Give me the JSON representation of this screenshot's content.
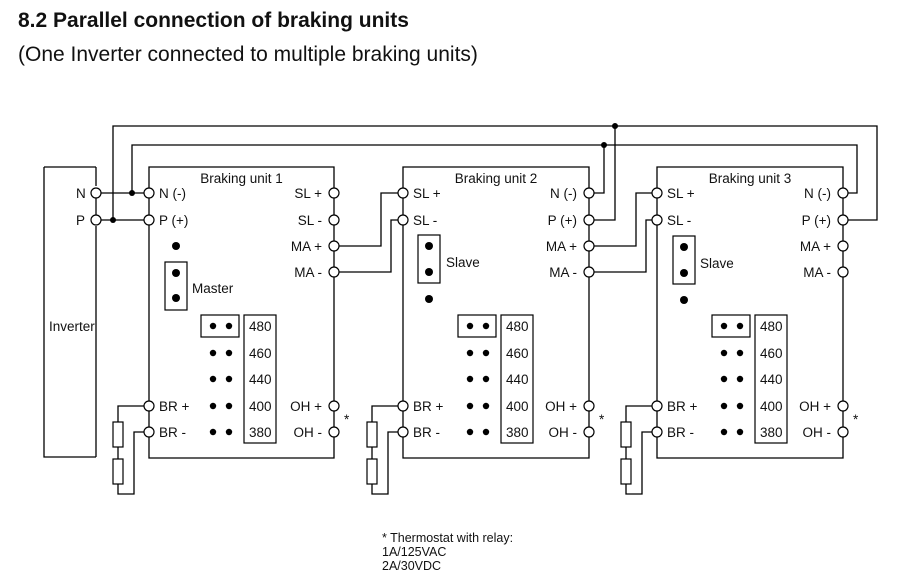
{
  "document": {
    "title": "8.2 Parallel connection of braking units",
    "subtitle": "(One Inverter connected to multiple braking units)"
  },
  "inverter": {
    "label": "Inverter",
    "terminals": [
      "N",
      "P"
    ]
  },
  "units": [
    {
      "title": "Braking unit 1",
      "mode": "Master",
      "left_terminals": [
        "N (-)",
        "P (+)"
      ],
      "right_terminals": [
        "SL +",
        "SL -",
        "MA +",
        "MA -"
      ],
      "br_terminals": [
        "BR +",
        "BR -"
      ],
      "oh_terminals": [
        "OH +",
        "OH -"
      ],
      "voltage_selected": "480"
    },
    {
      "title": "Braking unit 2",
      "mode": "Slave",
      "left_terminals": [
        "SL +",
        "SL -"
      ],
      "right_terminals": [
        "N (-)",
        "P (+)",
        "MA +",
        "MA -"
      ],
      "br_terminals": [
        "BR +",
        "BR -"
      ],
      "oh_terminals": [
        "OH +",
        "OH -"
      ],
      "voltage_selected": "480"
    },
    {
      "title": "Braking unit 3",
      "mode": "Slave",
      "left_terminals": [
        "SL +",
        "SL -"
      ],
      "right_terminals": [
        "N (-)",
        "P (+)",
        "MA +",
        "MA -"
      ],
      "br_terminals": [
        "BR +",
        "BR -"
      ],
      "oh_terminals": [
        "OH +",
        "OH -"
      ],
      "voltage_selected": "480"
    }
  ],
  "voltages": [
    "480",
    "460",
    "440",
    "400",
    "380"
  ],
  "asterisk": "*",
  "note": {
    "lines": [
      "* Thermostat with relay:",
      "1A/125VAC",
      "2A/30VDC"
    ]
  }
}
